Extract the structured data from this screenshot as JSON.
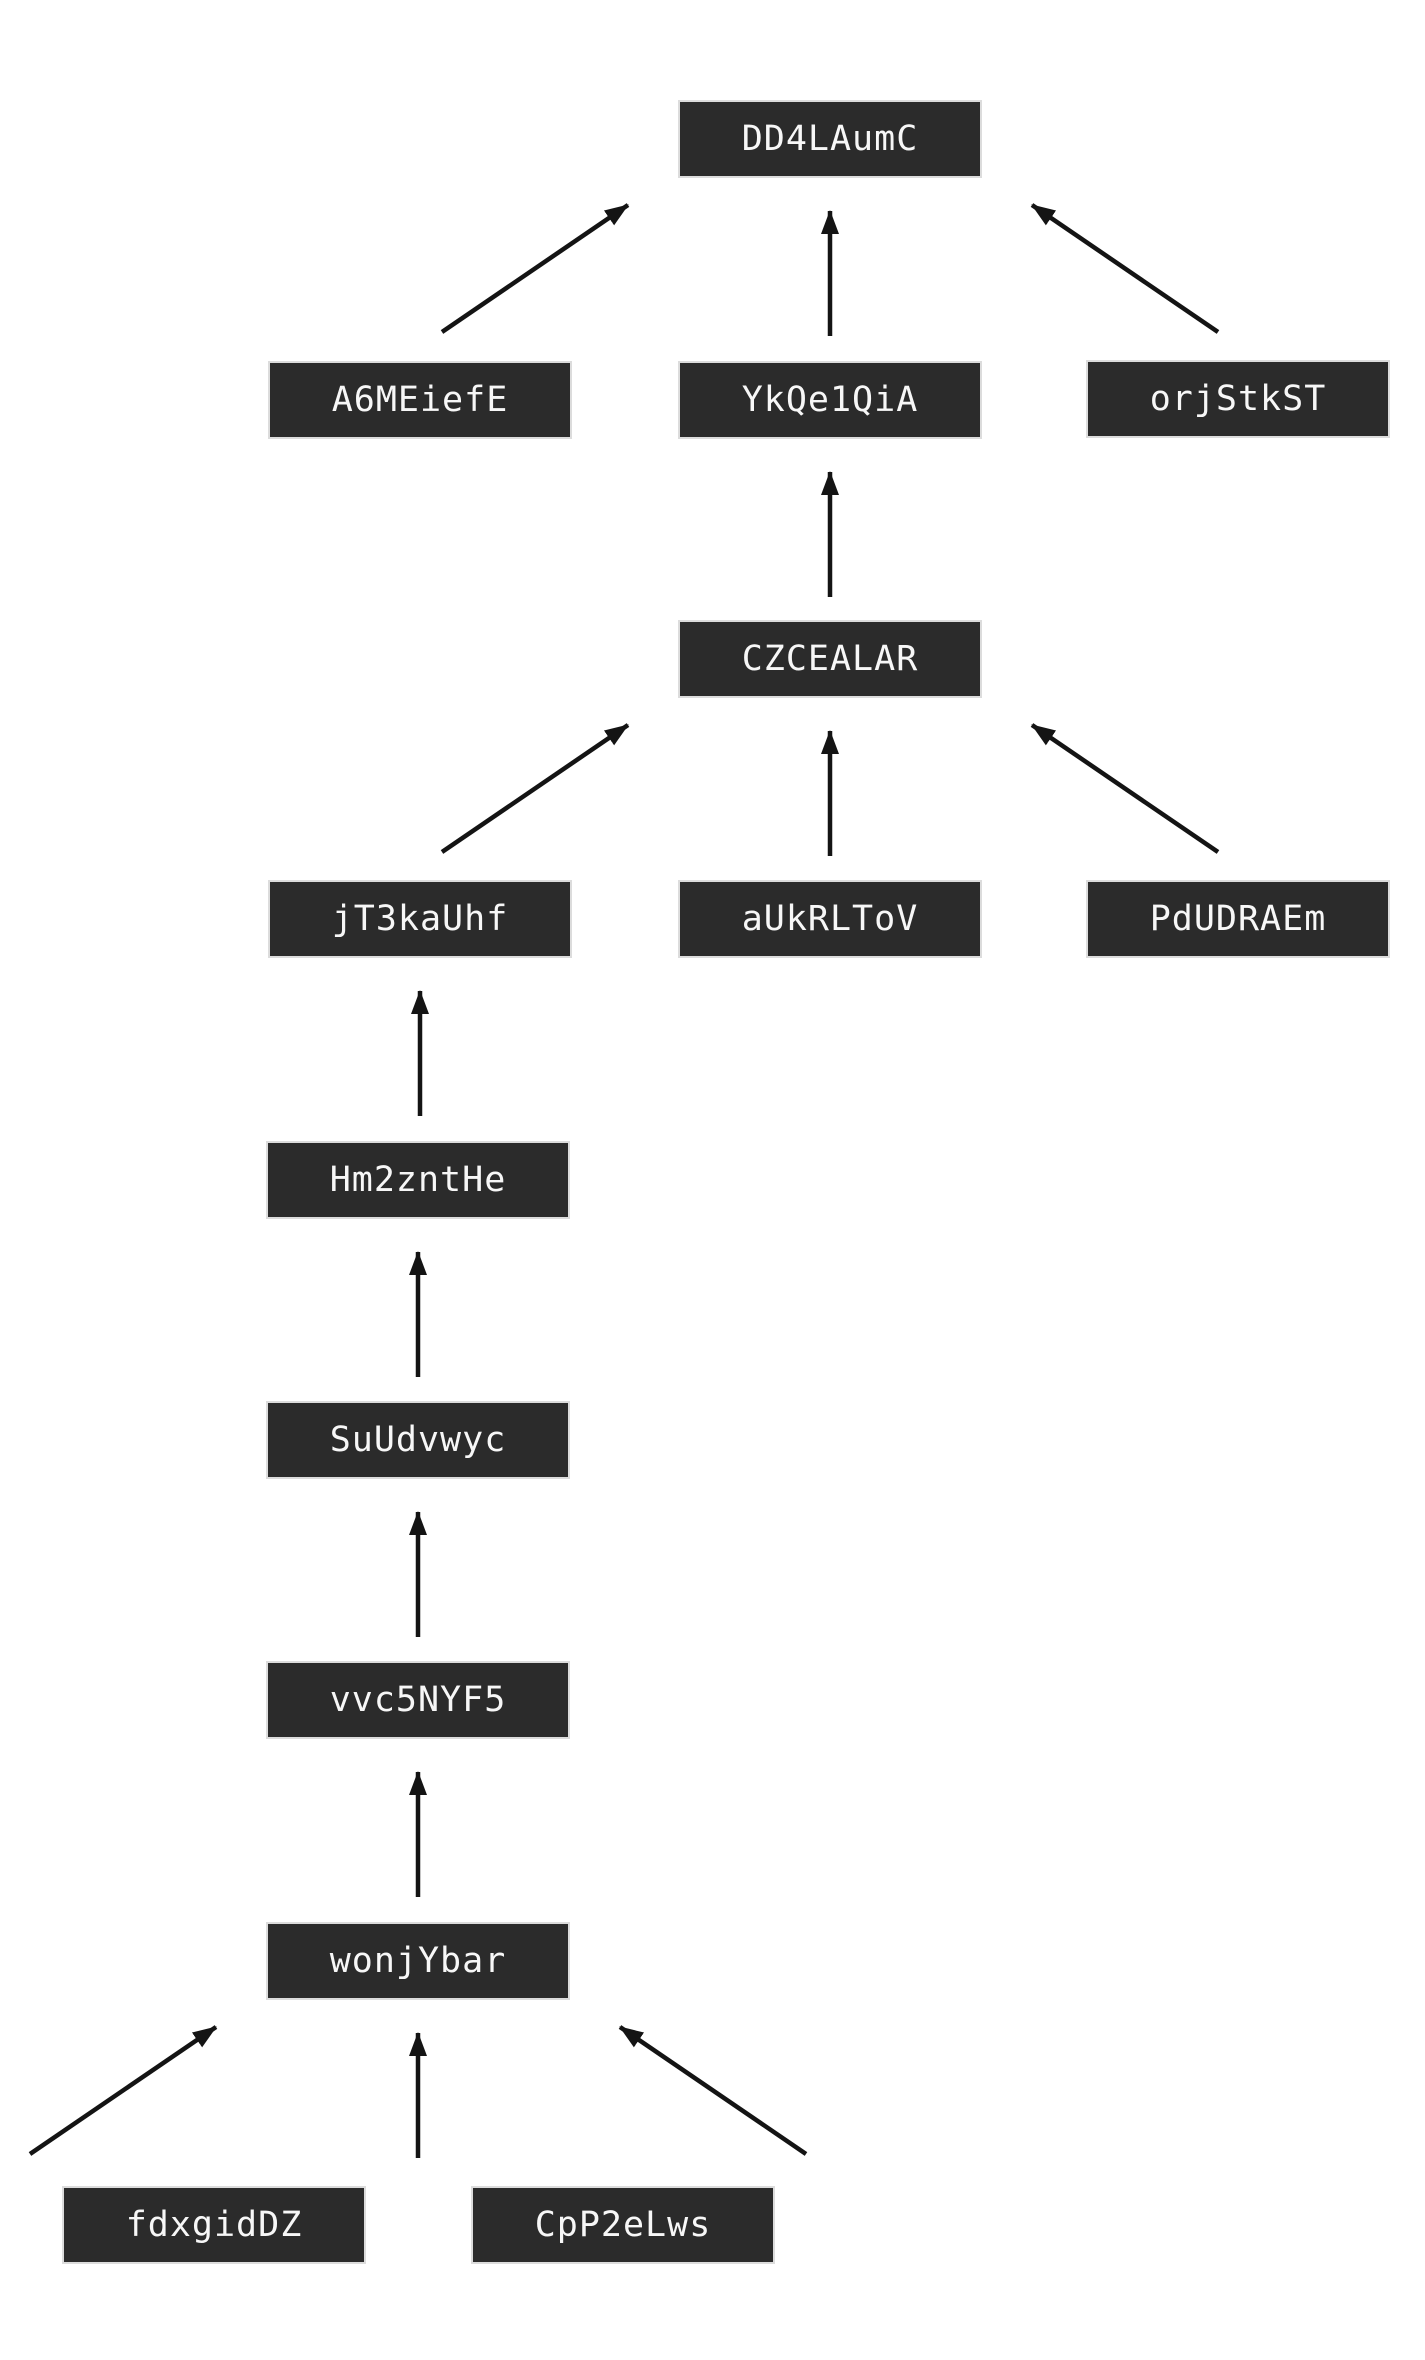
{
  "diagram": {
    "background_color": "#ffffff",
    "node_style": {
      "fill_color": "#2b2b2b",
      "border_color": "#dcdcdc",
      "text_color": "#f7f7f7"
    },
    "arrow_color": "#141414",
    "nodes": [
      {
        "id": "DD4LAumC",
        "label": "DD4LAumC"
      },
      {
        "id": "A6MEiefE",
        "label": "A6MEiefE"
      },
      {
        "id": "YkQe1QiA",
        "label": "YkQe1QiA"
      },
      {
        "id": "orjStkST",
        "label": "orjStkST"
      },
      {
        "id": "CZCEALAR",
        "label": "CZCEALAR"
      },
      {
        "id": "jT3kaUhf",
        "label": "jT3kaUhf"
      },
      {
        "id": "aUkRLToV",
        "label": "aUkRLToV"
      },
      {
        "id": "PdUDRAEm",
        "label": "PdUDRAEm"
      },
      {
        "id": "Hm2zntHe",
        "label": "Hm2zntHe"
      },
      {
        "id": "SuUdvwyc",
        "label": "SuUdvwyc"
      },
      {
        "id": "vvc5NYF5",
        "label": "vvc5NYF5"
      },
      {
        "id": "wonjYbar",
        "label": "wonjYbar"
      },
      {
        "id": "fdxgidDZ",
        "label": "fdxgidDZ"
      },
      {
        "id": "CpP2eLws",
        "label": "CpP2eLws"
      }
    ],
    "edges": [
      {
        "from": "A6MEiefE",
        "to": "DD4LAumC",
        "slot": "left"
      },
      {
        "from": "YkQe1QiA",
        "to": "DD4LAumC",
        "slot": "center"
      },
      {
        "from": "orjStkST",
        "to": "DD4LAumC",
        "slot": "right"
      },
      {
        "from": "CZCEALAR",
        "to": "YkQe1QiA",
        "slot": "center"
      },
      {
        "from": "jT3kaUhf",
        "to": "CZCEALAR",
        "slot": "left"
      },
      {
        "from": "aUkRLToV",
        "to": "CZCEALAR",
        "slot": "center"
      },
      {
        "from": "PdUDRAEm",
        "to": "CZCEALAR",
        "slot": "right"
      },
      {
        "from": "Hm2zntHe",
        "to": "jT3kaUhf",
        "slot": "center"
      },
      {
        "from": "SuUdvwyc",
        "to": "Hm2zntHe",
        "slot": "center"
      },
      {
        "from": "vvc5NYF5",
        "to": "SuUdvwyc",
        "slot": "center"
      },
      {
        "from": "wonjYbar",
        "to": "vvc5NYF5",
        "slot": "center"
      },
      {
        "from": "fdxgidDZ",
        "to": "wonjYbar",
        "slot": "left"
      },
      {
        "from": null,
        "to": "wonjYbar",
        "slot": "center"
      },
      {
        "from": "CpP2eLws",
        "to": "wonjYbar",
        "slot": "right"
      }
    ]
  }
}
